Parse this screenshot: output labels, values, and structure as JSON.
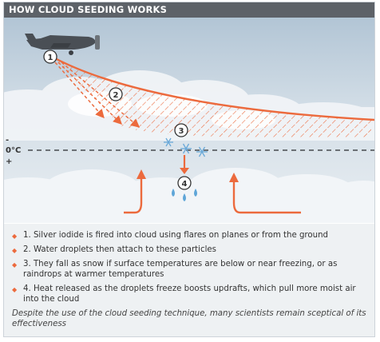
{
  "header": {
    "title": "HOW CLOUD SEEDING WORKS"
  },
  "diagram": {
    "markers": [
      "1",
      "2",
      "3",
      "4"
    ],
    "axis": {
      "minus": "-",
      "freeze_label": "0°C",
      "plus": "+"
    }
  },
  "steps": [
    "1. Silver iodide is fired into cloud using flares on planes or from the ground",
    "2. Water droplets then attach to these particles",
    "3. They fall as snow if surface temperatures are below or near freezing, or as raindrops at warmer temperatures",
    "4. Heat released as the droplets freeze boosts updrafts, which pull more moist air into the cloud"
  ],
  "note": "Despite the use of the cloud seeding technique, many scientists remain sceptical of its effectiveness",
  "colors": {
    "accent": "#ec6a3d",
    "header_bg": "#5d6268",
    "sky_top": "#b3c6d6",
    "panel_bg": "#eef1f3"
  }
}
